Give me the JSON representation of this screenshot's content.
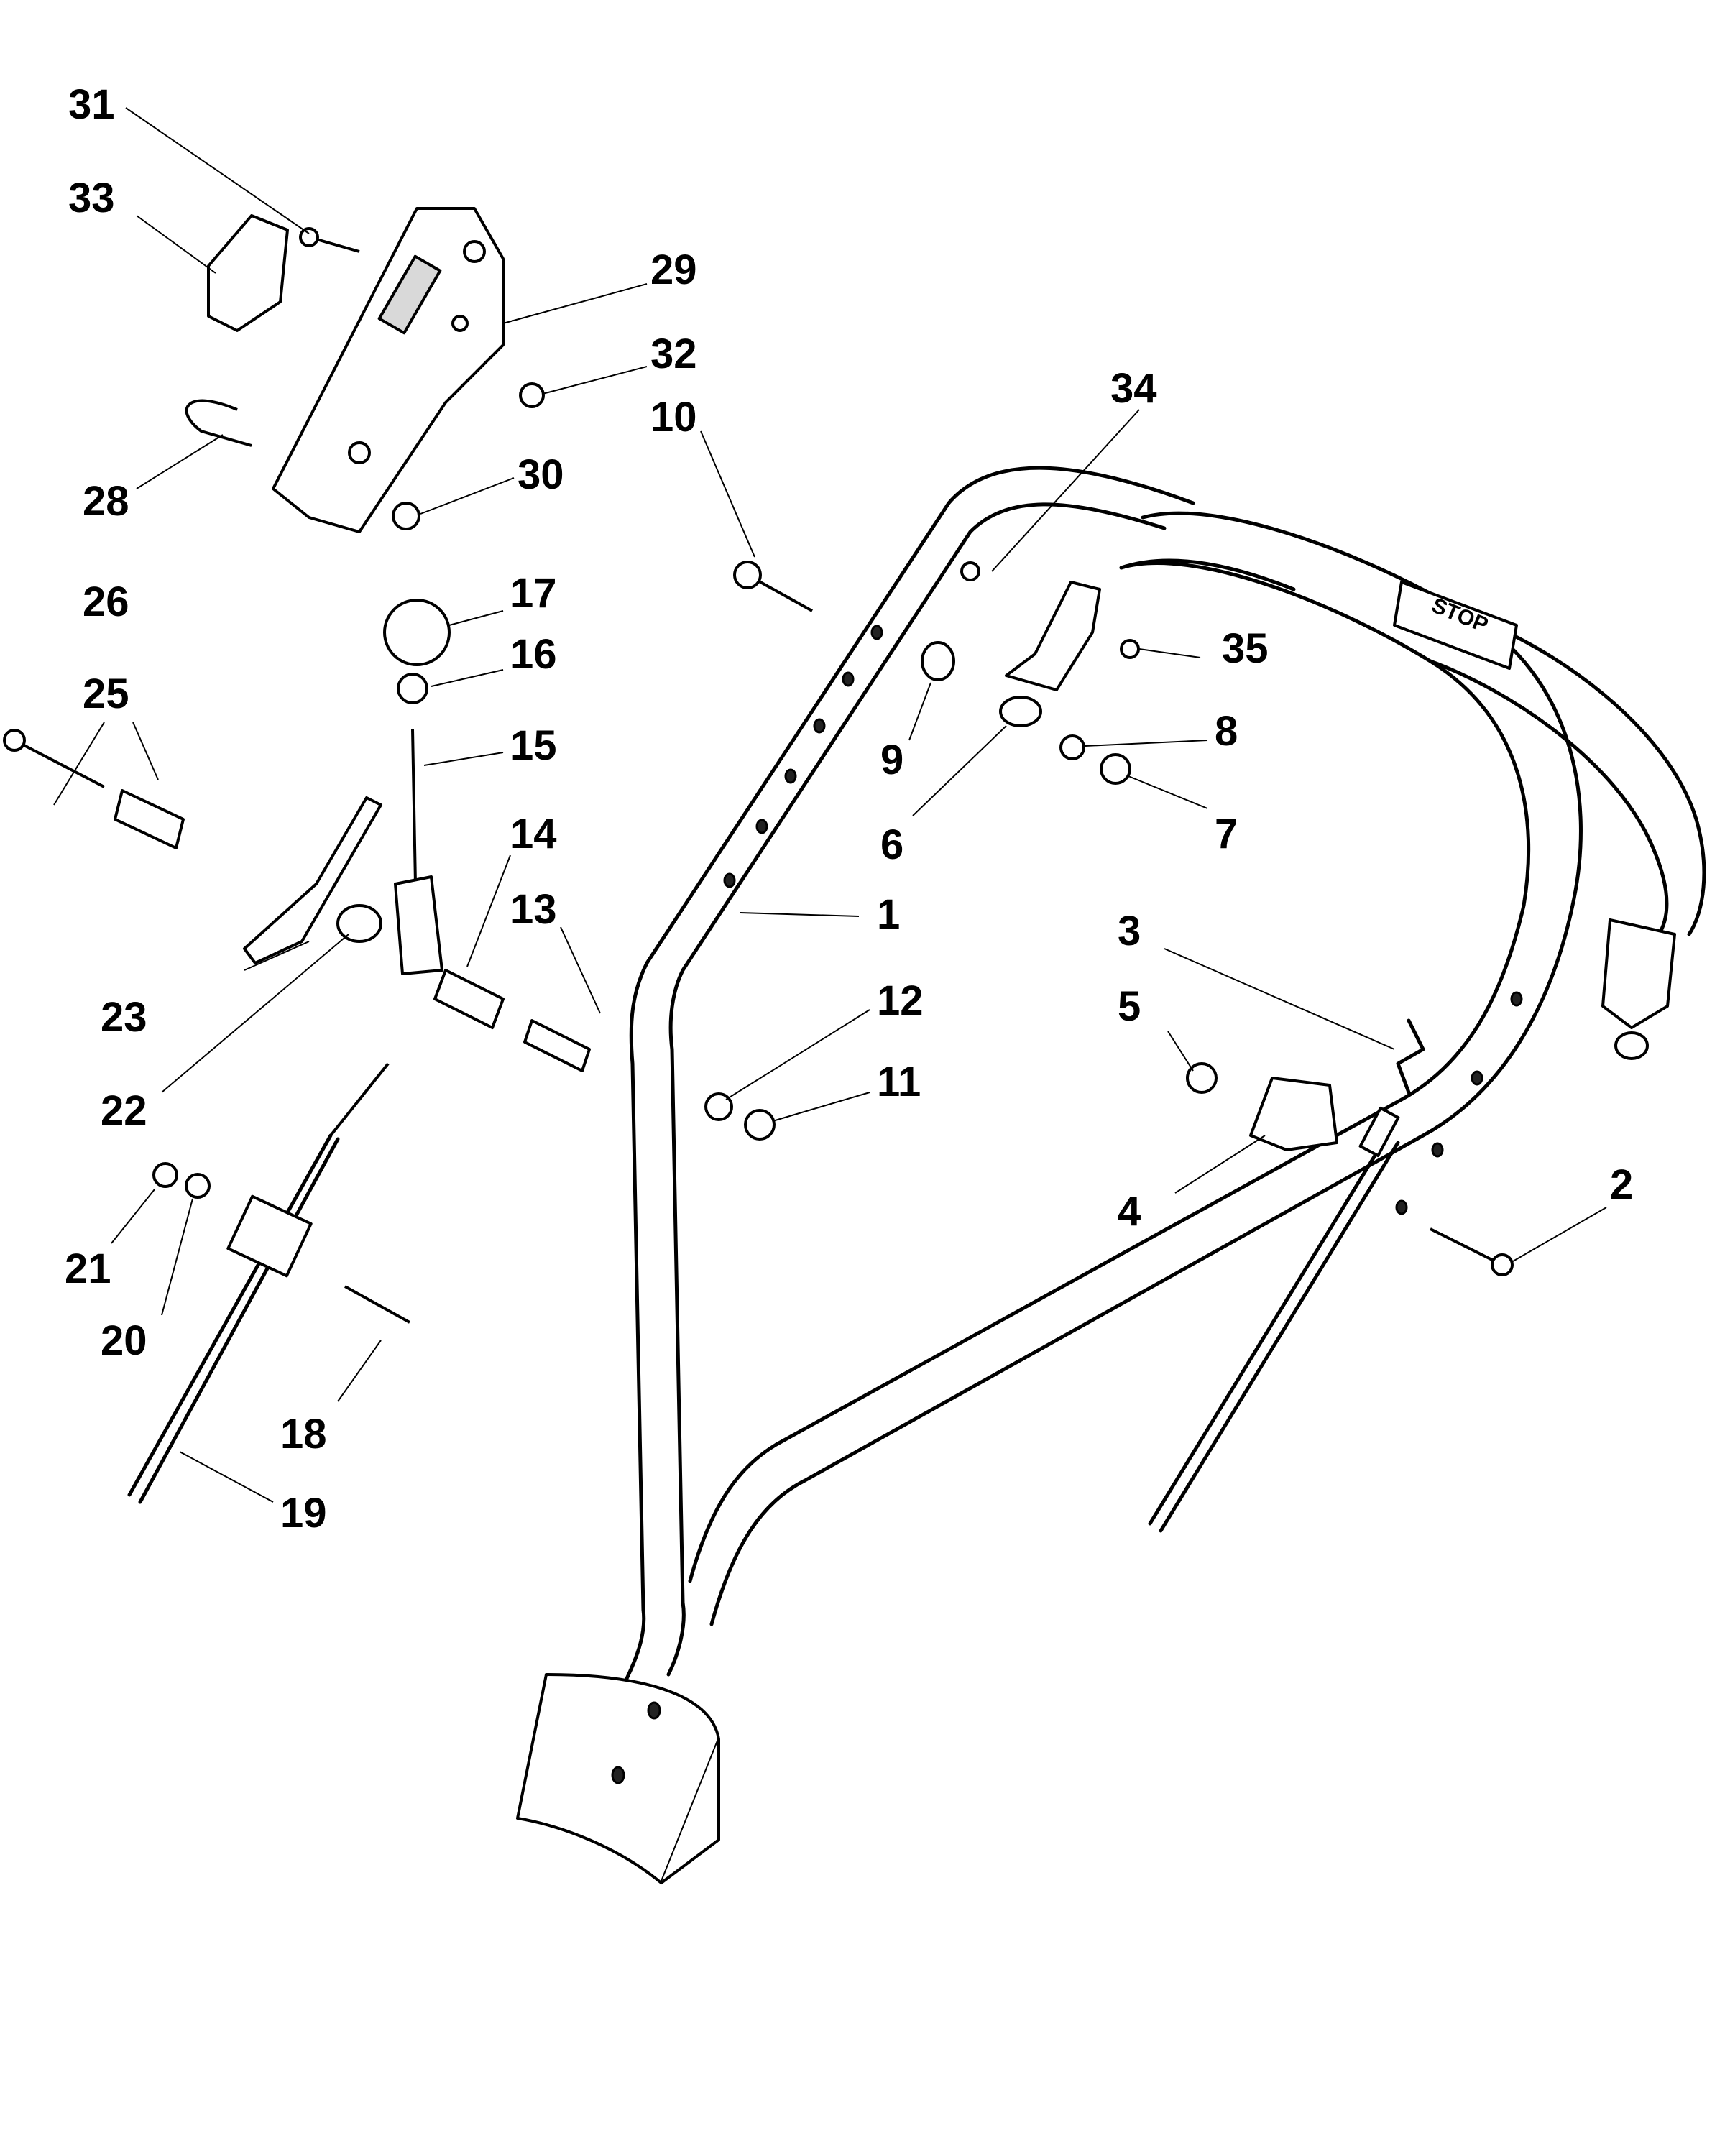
{
  "diagram": {
    "handle_badge_text": "STOP",
    "callouts": [
      "1",
      "2",
      "3",
      "4",
      "5",
      "6",
      "7",
      "8",
      "9",
      "10",
      "11",
      "12",
      "13",
      "14",
      "15",
      "16",
      "17",
      "18",
      "19",
      "20",
      "21",
      "22",
      "23",
      "25",
      "26",
      "28",
      "29",
      "30",
      "31",
      "32",
      "33",
      "34",
      "35"
    ]
  }
}
